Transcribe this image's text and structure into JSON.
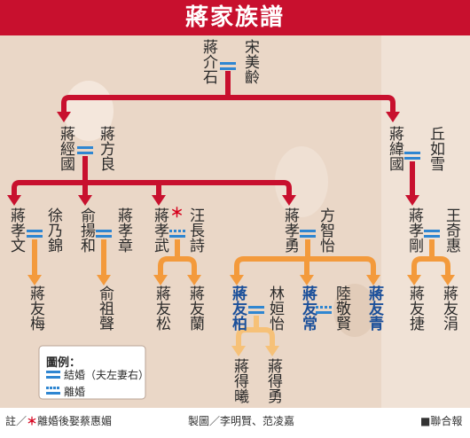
{
  "title": "蔣家族譜",
  "colors": {
    "red": "#c8102e",
    "orange": "#f39a3c",
    "light_orange": "#f6c178",
    "marriage": "#2f86d1",
    "text_blue": "#1a4f9a"
  },
  "people": {
    "chiang_kaishek": "蔣介石",
    "soong_meiling": "宋美齡",
    "chiang_chingkuo": "蔣經國",
    "chiang_fangliang": "蔣方良",
    "chiang_weikuo": "蔣緯國",
    "chiu_jushyue": "丘如雪",
    "hsiao_wen": "蔣孝文",
    "hsu_naichin": "徐乃錦",
    "yu_yangho": "俞揚和",
    "hsiao_chang": "蔣孝章",
    "hsiao_wu": "蔣孝武",
    "wang_changshih": "汪長詩",
    "hsiao_yung": "蔣孝勇",
    "fang_chihyi": "方智怡",
    "hsiao_kang": "蔣孝剛",
    "wang_chihui": "王奇惠",
    "yu_mei": "蔣友梅",
    "yu_tsusheng": "俞祖聲",
    "yu_sung": "蔣友松",
    "yu_lan": "蔣友蘭",
    "yu_po": "蔣友柏",
    "lin_yiyi": "林姮怡",
    "yu_chang": "蔣友常",
    "lu_chinghsien": "陸敬賢",
    "yu_ching": "蔣友青",
    "yu_chieh": "蔣友捷",
    "yu_chuan": "蔣友涓",
    "te_hsi": "蔣得曦",
    "te_yung": "蔣得勇"
  },
  "legend": {
    "title": "圖例：",
    "marriage": "結婚（夫左妻右）",
    "divorce": "離婚"
  },
  "footer": {
    "note_prefix": "註／",
    "note_star": "＊",
    "note_text": "離婚後娶蔡惠媚",
    "credits": "製圖／李明賢、范凌嘉",
    "source": "■聯合報"
  }
}
